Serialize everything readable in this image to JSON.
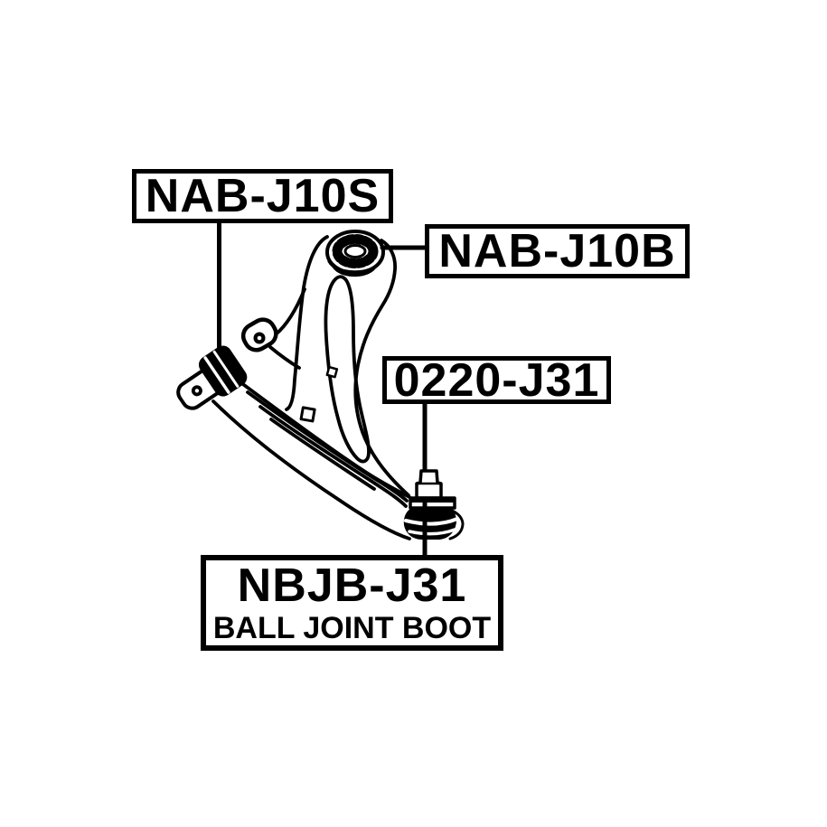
{
  "canvas": {
    "background_color": "#ffffff",
    "ink_color": "#000000"
  },
  "labels": {
    "box1": {
      "text": "NAB-J10S"
    },
    "box2": {
      "text": "NAB-J10B"
    },
    "box3": {
      "text": "0220-J31"
    },
    "box4": {
      "text": "NBJB-J31",
      "subtitle": "BALL JOINT BOOT"
    }
  },
  "drawing": {
    "parts": {
      "arm": "front-lower-control-arm-drawing",
      "top_bushing": "arm-bushing-serrated",
      "front_bushing": "front-arm-bushing-with-stem",
      "mount_ear": "mount-ear-with-hole",
      "ball_joint": "ball-joint-with-stud",
      "boot": "ball-joint-boot"
    }
  }
}
